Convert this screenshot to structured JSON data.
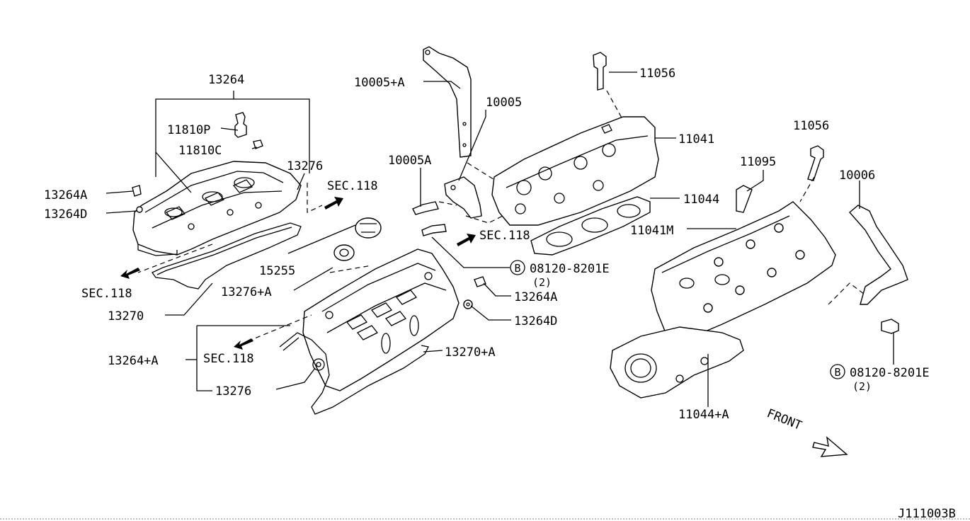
{
  "diagram_id": "J111003B",
  "labels": {
    "l13264": "13264",
    "l11810P": "11810P",
    "l11810C": "11810C",
    "l13276a": "13276",
    "l13264A_left": "13264A",
    "l13264D_left": "13264D",
    "sec118_a": "SEC.118",
    "sec118_b": "SEC.118",
    "sec118_c": "SEC.118",
    "sec118_d": "SEC.118",
    "l15255": "15255",
    "l13276pA": "13276+A",
    "l13270": "13270",
    "l10005pA": "10005+A",
    "l10005": "10005",
    "l10005A": "10005A",
    "l11056a": "11056",
    "l11041": "11041",
    "l11044": "11044",
    "l11095": "11095",
    "l11056b": "11056",
    "l10006": "10006",
    "l11041M": "11041M",
    "l08120a": "08120-8201E",
    "l08120a_qty": "(2)",
    "l13264A_mid": "13264A",
    "l13264D_mid": "13264D",
    "l13270pA": "13270+A",
    "l13264pA": "13264+A",
    "l13276b": "13276",
    "l11044pA": "11044+A",
    "l08120b": "08120-8201E",
    "l08120b_qty": "(2)",
    "bolt_marker_a": "B",
    "bolt_marker_b": "B",
    "front": "FRONT"
  }
}
